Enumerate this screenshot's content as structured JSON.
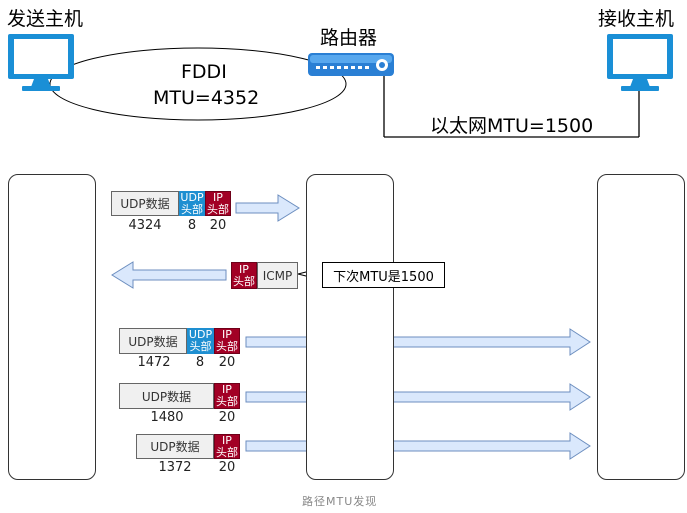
{
  "hosts": {
    "sender": "发送主机",
    "router": "路由器",
    "receiver": "接收主机"
  },
  "networks": {
    "fddi_name": "FDDI",
    "fddi_mtu": "MTU=4352",
    "ethernet_mtu": "以太网MTU=1500"
  },
  "packets": [
    {
      "data_label": "UDP数据",
      "udp_label": [
        "UDP",
        "头部"
      ],
      "ip_label": [
        "IP",
        "头部"
      ],
      "data_size": "4324",
      "udp_size": "8",
      "ip_size": "20"
    },
    {
      "data_label": "UDP数据",
      "udp_label": [
        "UDP",
        "头部"
      ],
      "ip_label": [
        "IP",
        "头部"
      ],
      "data_size": "1472",
      "udp_size": "8",
      "ip_size": "20"
    },
    {
      "data_label": "UDP数据",
      "ip_label": [
        "IP",
        "头部"
      ],
      "data_size": "1480",
      "ip_size": "20"
    },
    {
      "data_label": "UDP数据",
      "ip_label": [
        "IP",
        "头部"
      ],
      "data_size": "1372",
      "ip_size": "20"
    }
  ],
  "icmp": {
    "ip_label": [
      "IP",
      "头部"
    ],
    "icmp_label": "ICMP",
    "callout": "下次MTU是1500"
  },
  "caption": "路径MTU发现",
  "colors": {
    "udp_header": "#1e8fd1",
    "ip_header": "#a20025",
    "arrow_fill": "#dae8fc",
    "arrow_stroke": "#6c8ebf",
    "drop_icon": "#3a3a3a",
    "computer_blue": "#1a8fd6",
    "router_blue": "#2a7fd4"
  },
  "icons": [
    "computer-icon",
    "router-icon",
    "drop-x-icon"
  ]
}
